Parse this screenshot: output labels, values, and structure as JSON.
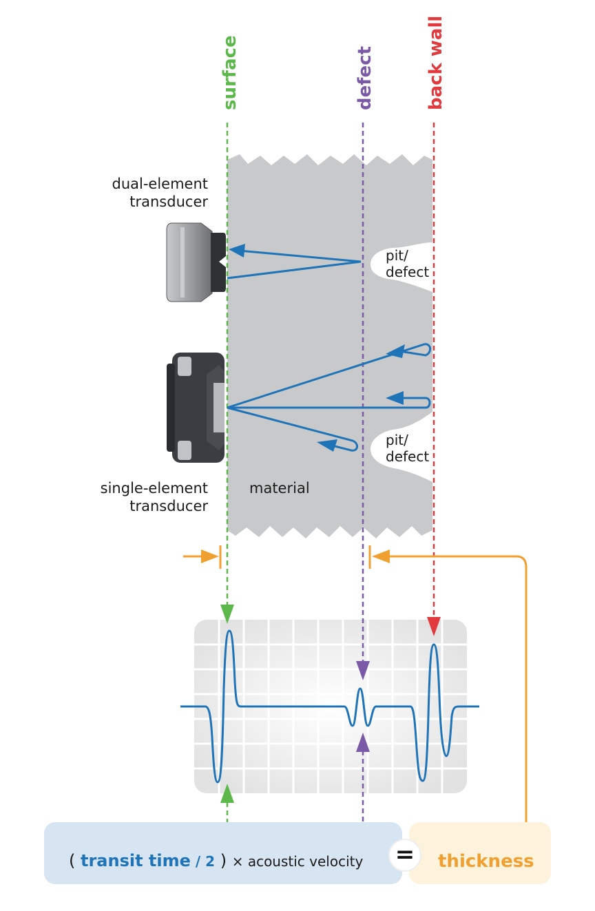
{
  "labels": {
    "surface": "surface",
    "defect": "defect",
    "back_wall": "back wall",
    "dual_line1": "dual-element",
    "dual_line2": "transducer",
    "single_line1": "single-element",
    "single_line2": "transducer",
    "material": "material",
    "pit1_line1": "pit/",
    "pit1_line2": "defect",
    "pit2_line1": "pit/",
    "pit2_line2": "defect"
  },
  "formula": {
    "open": "( ",
    "transit_time": "transit time",
    "divide": " / 2",
    "close": " ) ",
    "times": "× acoustic velocity",
    "equals": "=",
    "result": "thickness"
  },
  "colors": {
    "surface": "#5cb84a",
    "defect": "#7a5aa6",
    "back_wall": "#e03a3e",
    "beam": "#1f73b7",
    "thickness": "#f0a030",
    "material": "#c8c9cb",
    "screen_bg": "#e8e8e8"
  }
}
